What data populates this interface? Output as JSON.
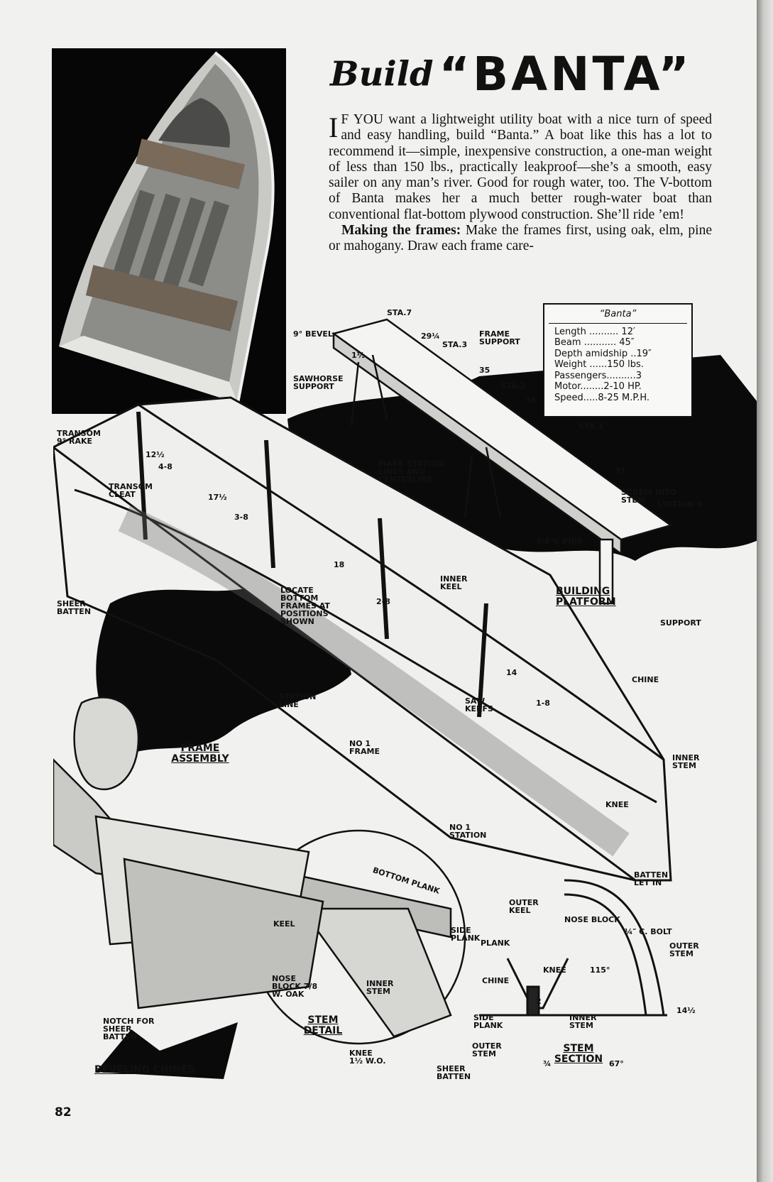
{
  "title": {
    "build": "Build",
    "banta": "“BANTA”"
  },
  "intro": {
    "drop_cap": "I",
    "text": "F YOU want a lightweight utility boat with a nice turn of speed and easy handling, build “Banta.” A boat like this has a lot to recommend it—simple, inexpensive construction, a one-man weight of less than 150 lbs., practically leakproof—she’s a smooth, easy sailer on any man’s river. Good for rough water, too. The V-bottom of Banta makes her a much better rough-water boat than conventional flat-bottom plywood construction. She’ll ride ’em!"
  },
  "frames": {
    "heading": "Making the frames:",
    "text": " Make the frames first, using oak, elm, pine or mahogany. Draw each frame care-"
  },
  "specs": {
    "title": "“Banta”",
    "rows": [
      "Length .......... 12′",
      "Beam ........... 45″",
      "Depth amidship ..19″",
      "Weight ......150 lbs.",
      "Passengers..........3",
      "Motor........2-10 HP.",
      "Speed.....8-25 M.P.H."
    ]
  },
  "labels": {
    "bevel": "9° BEVEL",
    "sawhorse": "SAWHORSE SUPPORT",
    "frame_support": "FRAME SUPPORT",
    "sta7": "STA.7",
    "sta3": "STA.3",
    "sta2": "STA.2",
    "sta1": "STA.1",
    "station0": "STATION 0",
    "d29": "29¼",
    "d35": "35",
    "d36": "36",
    "d37": "37",
    "half": "1½",
    "mark": "MARK STATION LINES AND CENTERLINE",
    "screw": "SCREW INTO STEM",
    "pine": "3/4 Y. PINE",
    "building": "BUILDING PLATFORM",
    "support": "SUPPORT",
    "transom_rake": "TRANSOM 9° RAKE",
    "transom_cleat": "TRANSOM CLEAT",
    "d12": "12½",
    "d48": "4-8",
    "d17": "17½",
    "d38": "3-8",
    "d18": "18",
    "d28": "2-8",
    "d14": "14",
    "d18b": "1-8",
    "inner_keel": "INNER KEEL",
    "sheer_batten": "SHEER BATTEN",
    "locate": "LOCATE BOTTOM FRAMES AT POSITIONS SHOWN",
    "chine": "CHINE",
    "station_line": "STATION LINE",
    "saw_kerfs": "SAW KERFS",
    "frame_assembly": "FRAME ASSEMBLY",
    "no1_frame": "No 1 FRAME",
    "no1_station": "No 1 STATION",
    "inner_stem": "INNER STEM",
    "knee": "KNEE",
    "batten_let_in": "BATTEN LET IN",
    "outer_keel": "OUTER KEEL",
    "nose_block": "NOSE BLOCK",
    "c_bolt": "¼″ C. BOLT",
    "outer_stem": "OUTER STEM",
    "bottom_plank": "BOTTOM PLANK",
    "keel": "KEEL",
    "side_plank": "SIDE PLANK",
    "plank": "PLANK",
    "nose_block_oak": "NOSE BLOCK 7/8 W. OAK",
    "stem_detail": "STEM DETAIL",
    "knee_wo": "KNEE 1½ W.O.",
    "a115": "115°",
    "d2": "2",
    "d14b": "14½",
    "a67": "67°",
    "three_q": "¾",
    "stem_section": "STEM SECTION",
    "sheer_batten2": "SHEER BATTEN",
    "notch": "NOTCH FOR SHEER BATTEN",
    "beveling": "BEVELING CHINES"
  },
  "page_number": "82"
}
